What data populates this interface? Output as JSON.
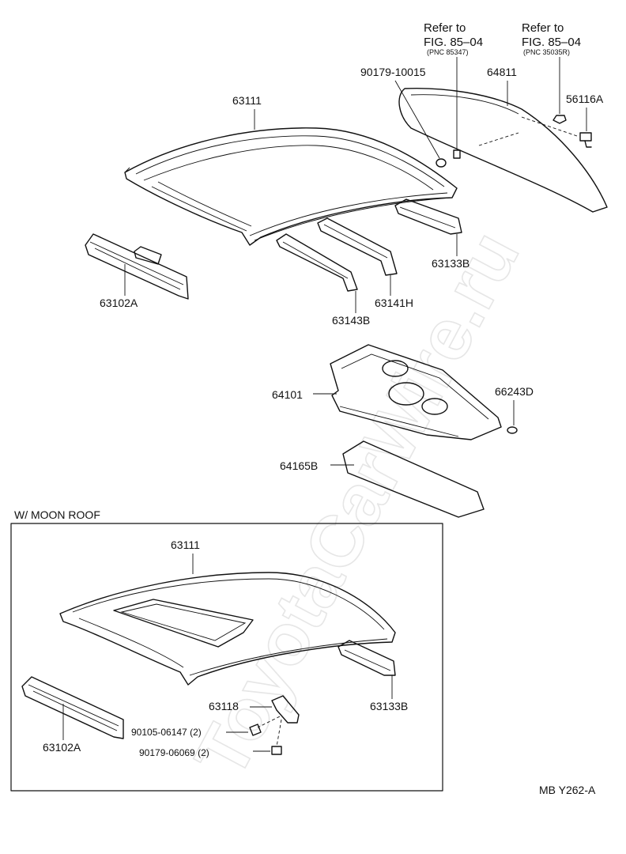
{
  "diagram": {
    "watermark": "ToyotaCarWire.ru",
    "part_numbers": {
      "roof_panel": "63111",
      "back_window_glass": "64811",
      "retainer_clip": "56116A",
      "nut_top": "90179-10015",
      "rail_front": "63102A",
      "rail_rear": "63133B",
      "bow_center": "63141H",
      "bow_front": "63143B",
      "package_tray": "64101",
      "plug": "66243D",
      "silencer": "64165B"
    },
    "refer_left": {
      "title": "Refer to",
      "fig": "FIG. 85–04",
      "pnc": "(PNC 85347)"
    },
    "refer_right": {
      "title": "Refer to",
      "fig": "FIG. 85–04",
      "pnc": "(PNC 35035R)"
    },
    "moon_roof": {
      "heading": "W/ MOON ROOF",
      "roof_panel": "63111",
      "rail_front": "63102A",
      "rail_rear": "63133B",
      "bracket": "63118",
      "bolt": "90105-06147 (2)",
      "nut": "90179-06069 (2)"
    },
    "footer_code": "MB Y262-A"
  }
}
